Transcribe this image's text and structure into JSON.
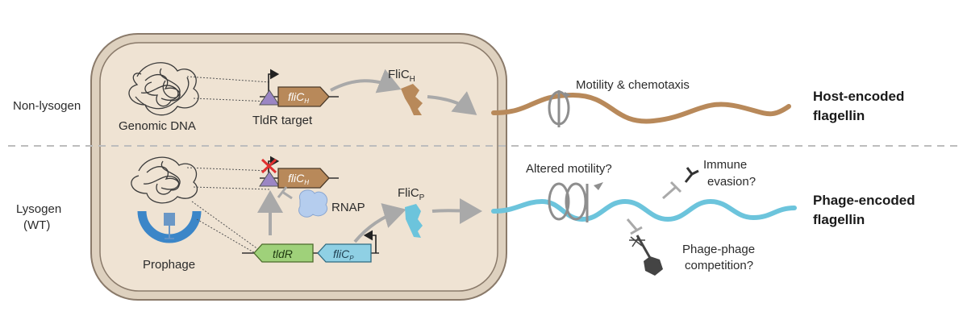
{
  "rows": {
    "top": "Non-lysogen",
    "bottom_line1": "Lysogen",
    "bottom_line2": "(WT)"
  },
  "cell": {
    "genomic_dna": "Genomic DNA",
    "tldr_target": "TldR target",
    "prophage": "Prophage",
    "rnap": "RNAP"
  },
  "genes": {
    "flic_h_main": "fliC",
    "flic_h_sub": "H",
    "flic_h2_main": "fliC",
    "flic_h2_sub": "H",
    "tldr": "tldR",
    "flic_p_main": "fliC",
    "flic_p_sub": "P"
  },
  "proteins": {
    "flic_h_main": "FliC",
    "flic_h_sub": "H",
    "flic_p_main": "FliC",
    "flic_p_sub": "P"
  },
  "outcomes": {
    "motility": "Motility & chemotaxis",
    "altered": "Altered motility?",
    "immune1": "Immune",
    "immune2": "evasion?",
    "phage1": "Phage-phage",
    "phage2": "competition?"
  },
  "flagellin": {
    "host1": "Host-encoded",
    "host2": "flagellin",
    "phage1": "Phage-encoded",
    "phage2": "flagellin"
  },
  "colors": {
    "host": "#b8895a",
    "phage": "#6cc4dc",
    "tldr": "#9fd17a",
    "cell_fill": "#efe3d3",
    "cell_stroke": "#8a7a6a",
    "prophage": "#3b86c8",
    "rnap": "#b5cdee",
    "arrow": "#a9a9a9"
  }
}
